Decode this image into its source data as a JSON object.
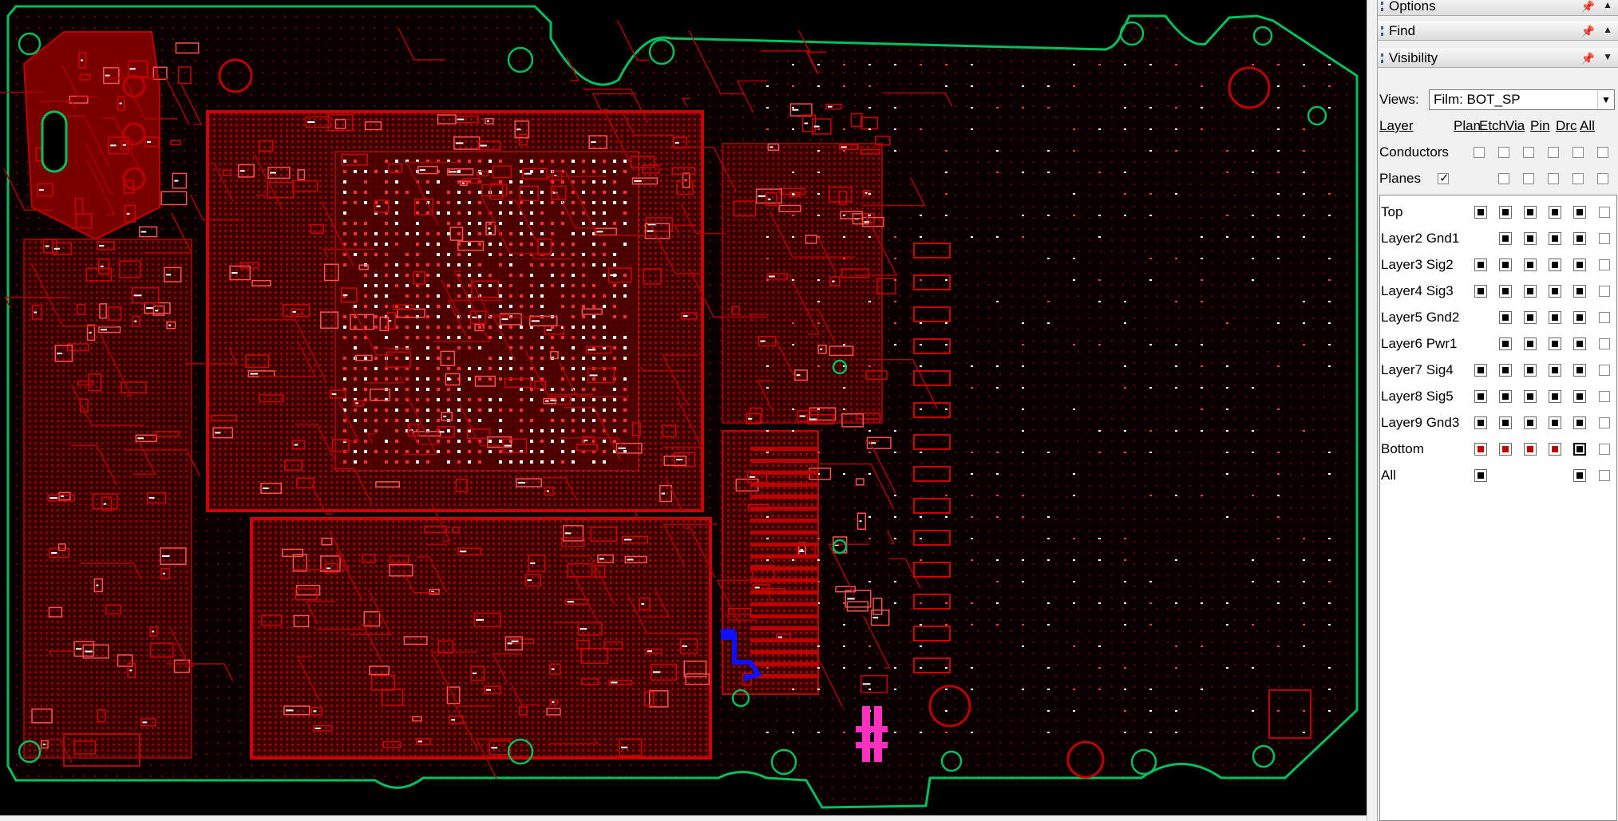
{
  "panels": {
    "options": {
      "title": "Options"
    },
    "find": {
      "title": "Find"
    },
    "visibility": {
      "title": "Visibility"
    }
  },
  "visibility": {
    "views_label": "Views:",
    "views_value": "Film: BOT_SP",
    "columns": [
      "Layer",
      "Plan",
      "Etch",
      "Via",
      "Pin",
      "Drc",
      "All"
    ],
    "groups": [
      {
        "label": "Conductors",
        "checks": [
          false,
          false,
          false,
          false,
          false,
          false
        ]
      },
      {
        "label": "Planes",
        "checks": [
          true,
          false,
          false,
          false,
          false,
          false
        ]
      }
    ],
    "layers": [
      {
        "name": "Top",
        "cells": [
          "black",
          "black",
          "black",
          "black",
          "black",
          "empty"
        ]
      },
      {
        "name": "Layer2 Gnd1",
        "cells": [
          "none",
          "black",
          "black",
          "black",
          "black",
          "empty"
        ]
      },
      {
        "name": "Layer3 Sig2",
        "cells": [
          "black",
          "black",
          "black",
          "black",
          "black",
          "empty"
        ]
      },
      {
        "name": "Layer4 Sig3",
        "cells": [
          "black",
          "black",
          "black",
          "black",
          "black",
          "empty"
        ]
      },
      {
        "name": "Layer5 Gnd2",
        "cells": [
          "none",
          "black",
          "black",
          "black",
          "black",
          "empty"
        ]
      },
      {
        "name": "Layer6 Pwr1",
        "cells": [
          "none",
          "black",
          "black",
          "black",
          "black",
          "empty"
        ]
      },
      {
        "name": "Layer7 Sig4",
        "cells": [
          "black",
          "black",
          "black",
          "black",
          "black",
          "empty"
        ]
      },
      {
        "name": "Layer8 Sig5",
        "cells": [
          "black",
          "black",
          "black",
          "black",
          "black",
          "empty"
        ]
      },
      {
        "name": "Layer9 Gnd3",
        "cells": [
          "black",
          "black",
          "black",
          "black",
          "black",
          "empty"
        ]
      },
      {
        "name": "Bottom",
        "cells": [
          "red",
          "red",
          "red",
          "red",
          "black-selected",
          "empty"
        ]
      },
      {
        "name": "All",
        "cells": [
          "black",
          "none",
          "none",
          "none",
          "black",
          "empty"
        ]
      }
    ],
    "colors": {
      "black": "#000000",
      "red": "#c00000"
    }
  },
  "canvas": {
    "colors": {
      "outline": "#00c060",
      "copper": "#8b0000",
      "trace": "#c00000",
      "highlight_blue": "#1010ff",
      "highlight_magenta": "#ff30c0"
    }
  }
}
